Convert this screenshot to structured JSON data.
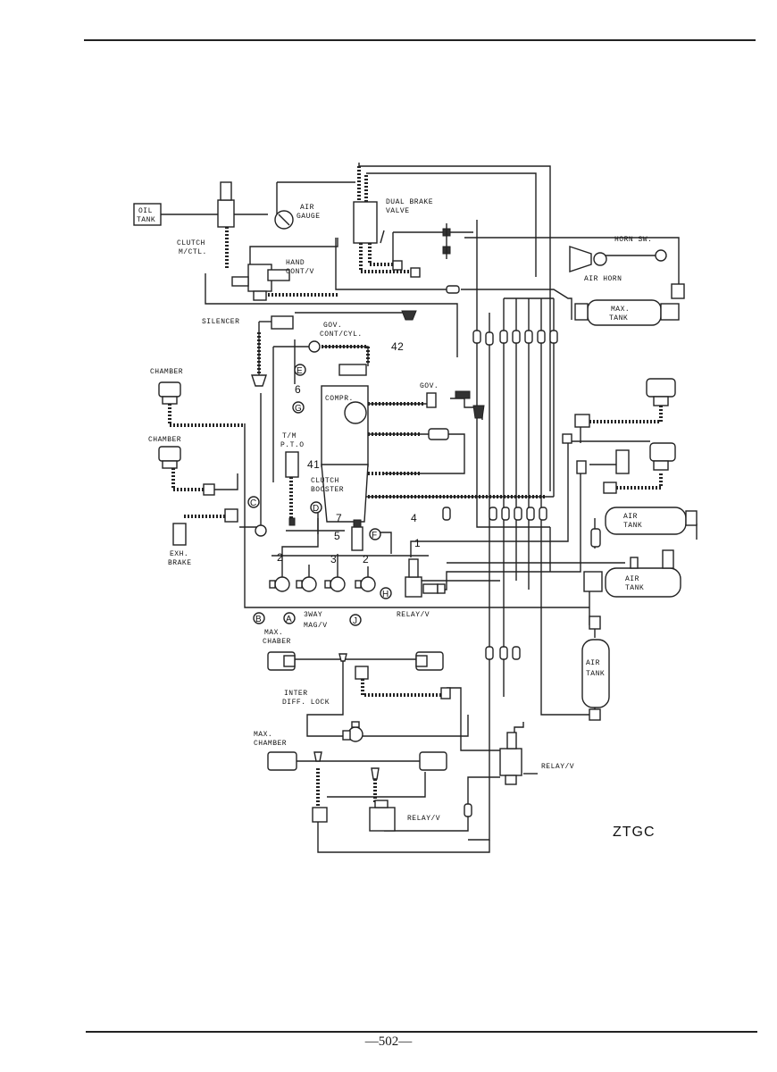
{
  "diagram_code": "ZTGC",
  "page_number": "—502—",
  "labels": {
    "oil_tank": [
      "OIL",
      "TANK"
    ],
    "clutch_mctl": [
      "CLUTCH",
      "M/CTL."
    ],
    "air_gauge": [
      "AIR",
      "GAUGE"
    ],
    "dual_brake_valve": [
      "DUAL BRAKE",
      "VALVE"
    ],
    "hand_contv": [
      "HAND",
      "CONT/V"
    ],
    "horn_sw": "HORN SW.",
    "air_horn": "AIR HORN",
    "max_tank": [
      "MAX.",
      "TANK"
    ],
    "silencer": "SILENCER",
    "gov_contcyl": [
      "GOV.",
      "CONT/CYL."
    ],
    "chamber_1": "CHAMBER",
    "chamber_2": "CHAMBER",
    "compr": "COMPR.",
    "gov": "GOV.",
    "th_pto": [
      "T/M",
      "P.T.O"
    ],
    "clutch_booster": [
      "CLUTCH",
      "BOOSTER"
    ],
    "exh_brake": [
      "EXH.",
      "BRAKE"
    ],
    "air_tank_1": [
      "AIR",
      "TANK"
    ],
    "air_tank_2": [
      "AIR",
      "TANK"
    ],
    "air_tank_3": [
      "AIR",
      "TANK"
    ],
    "way_magv": [
      "3WAY",
      "MAG/V"
    ],
    "relay_v_1": "RELAY/V",
    "max_chaber": [
      "MAX.",
      "CHABER"
    ],
    "inter_diff_lock": [
      "INTER",
      "DIFF. LOCK"
    ],
    "max_chamber_2": [
      "MAX.",
      "CHAMBER"
    ],
    "relay_v_2": "RELAY/V",
    "relay_v_3": "RELAY/V"
  },
  "numbers": {
    "n42": "42",
    "n6": "6",
    "n41": "41",
    "n7": "7",
    "n5": "5",
    "n4": "4",
    "n2a": "2",
    "n3": "3",
    "n2b": "2",
    "n1": "1"
  },
  "circled": {
    "E": "E",
    "G": "G",
    "C": "C",
    "D": "D",
    "F": "F",
    "H": "H",
    "B": "B",
    "A": "A",
    "J": "J"
  }
}
